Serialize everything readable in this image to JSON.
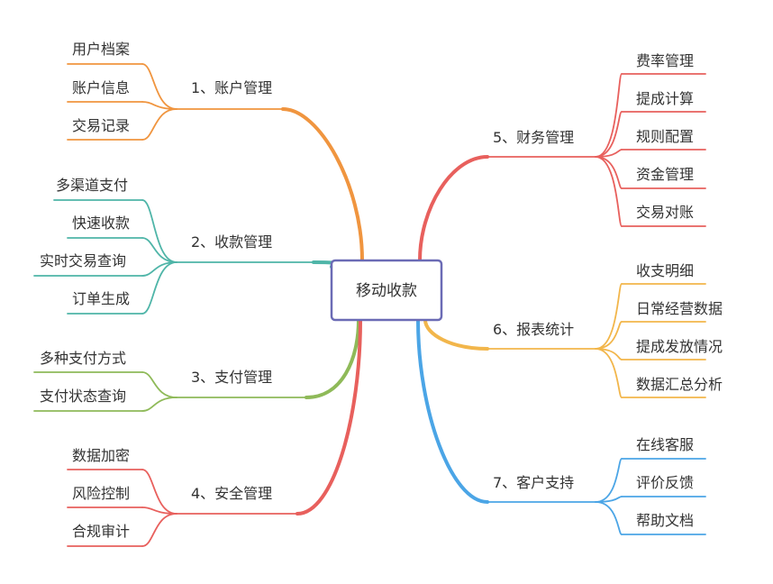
{
  "root": {
    "label": "移动收款"
  },
  "branches": [
    {
      "label": "1、账户管理",
      "color": "#f0953f",
      "children": [
        "用户档案",
        "账户信息",
        "交易记录"
      ]
    },
    {
      "label": "2、收款管理",
      "color": "#4fb5a8",
      "children": [
        "多渠道支付",
        "快速收款",
        "实时交易查询",
        "订单生成"
      ]
    },
    {
      "label": "3、支付管理",
      "color": "#8fba59",
      "children": [
        "多种支付方式",
        "支付状态查询"
      ]
    },
    {
      "label": "4、安全管理",
      "color": "#e8605d",
      "children": [
        "数据加密",
        "风险控制",
        "合规审计"
      ]
    },
    {
      "label": "5、财务管理",
      "color": "#e8605d",
      "children": [
        "费率管理",
        "提成计算",
        "规则配置",
        "资金管理",
        "交易对账"
      ]
    },
    {
      "label": "6、报表统计",
      "color": "#f2b64b",
      "children": [
        "收支明细",
        "日常经营数据",
        "提成发放情况",
        "数据汇总分析"
      ]
    },
    {
      "label": "7、客户支持",
      "color": "#4ba5e6",
      "children": [
        "在线客服",
        "评价反馈",
        "帮助文档"
      ]
    }
  ]
}
